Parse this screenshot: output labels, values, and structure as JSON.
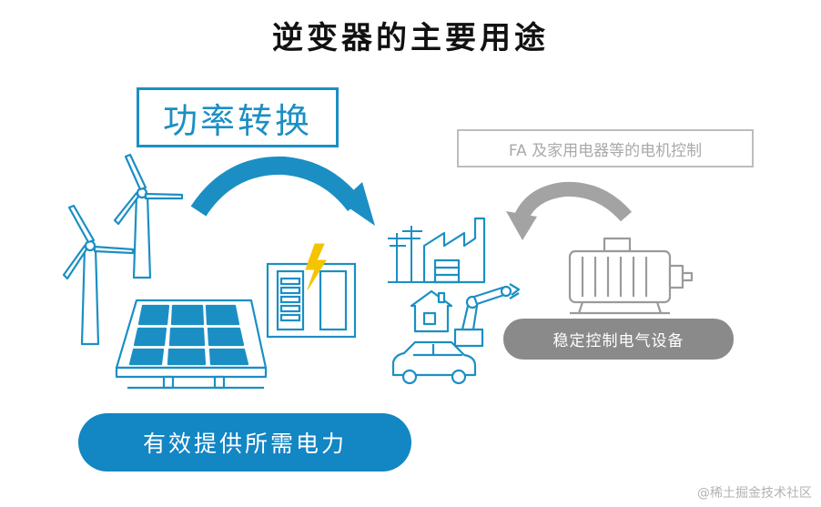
{
  "title": "逆变器的主要用途",
  "power_conversion_label": "功率转换",
  "fa_label": "FA 及家用电器等的电机控制",
  "supply_label": "有效提供所需电力",
  "control_label": "稳定控制电气设备",
  "watermark": "@稀土掘金技术社区",
  "colors": {
    "blue": "#1b8fc4",
    "grey": "#9a9a9a"
  },
  "icons": [
    "wind-turbine-icon",
    "solar-panel-icon",
    "inverter-icon",
    "power-pole-icon",
    "factory-icon",
    "house-icon",
    "robot-arm-icon",
    "car-icon",
    "motor-icon"
  ]
}
